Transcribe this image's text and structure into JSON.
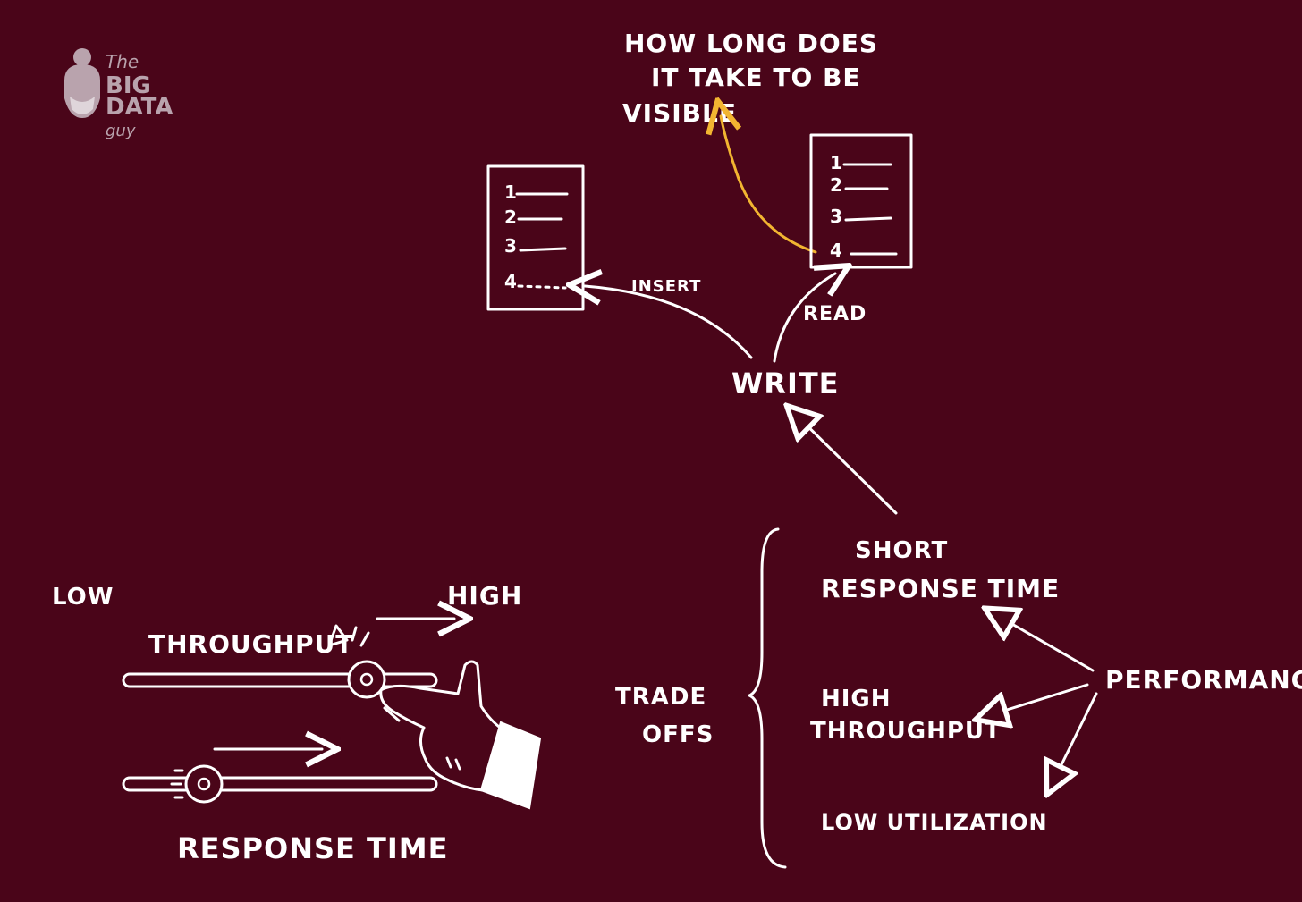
{
  "colors": {
    "background": "#4a0519",
    "ink": "#ffffff",
    "accent": "#f2b531",
    "logo": "#b9a3ad"
  },
  "logo": {
    "line1": "The",
    "line2": "BIG",
    "line3": "DATA",
    "line4": "guy"
  },
  "question": {
    "line1": "HOW LONG DOES",
    "line2": "IT TAKE TO BE",
    "line3": "VISIBLE"
  },
  "left_document": {
    "items": [
      "1",
      "2",
      "3",
      "4"
    ]
  },
  "right_document": {
    "items": [
      "1",
      "2",
      "3",
      "4"
    ]
  },
  "labels": {
    "insert": "INSERT",
    "read": "READ",
    "write": "WRITE",
    "short_response_line1": "SHORT",
    "short_response_line2": "RESPONSE TIME",
    "high_throughput_line1": "HIGH",
    "high_throughput_line2": "THROUGHPUT",
    "low_utilization": "LOW UTILIZATION",
    "performance": "PERFORMANCE",
    "tradeoffs_line1": "TRADE",
    "tradeoffs_line2": "OFFS"
  },
  "slider_panel": {
    "low": "LOW",
    "high": "HIGH",
    "throughput": "THROUGHPUT",
    "response_time": "RESPONSE TIME"
  }
}
